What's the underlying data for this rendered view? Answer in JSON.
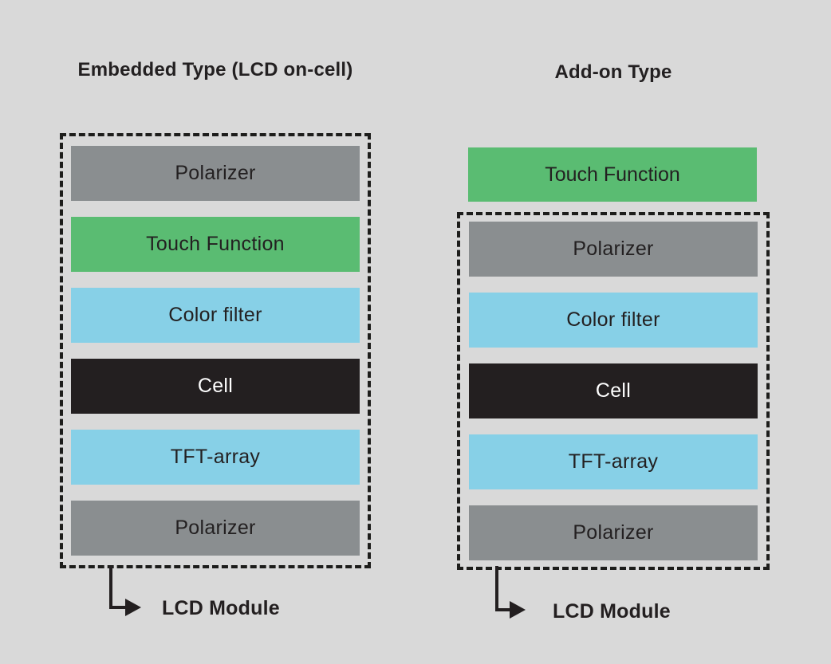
{
  "canvas": {
    "background": "#d9d9d9"
  },
  "palette": {
    "polarizer_gray": "#8a8e90",
    "touch_green": "#5abc72",
    "filter_blue": "#87d0e7",
    "cell_black": "#231f20",
    "text_dark": "#232021",
    "text_light": "#ffffff",
    "dashed_border": "#1d1d1b"
  },
  "embedded": {
    "title": "Embedded Type (LCD on-cell)",
    "layers": [
      {
        "label": "Polarizer",
        "color": "#8a8e90"
      },
      {
        "label": "Touch Function",
        "color": "#5abc72"
      },
      {
        "label": "Color filter",
        "color": "#87d0e7"
      },
      {
        "label": "Cell",
        "color": "#231f20"
      },
      {
        "label": "TFT-array",
        "color": "#87d0e7"
      },
      {
        "label": "Polarizer",
        "color": "#8a8e90"
      }
    ],
    "module_label": "LCD Module"
  },
  "addon": {
    "title": "Add-on Type",
    "outside_layer": {
      "label": "Touch Function",
      "color": "#5abc72"
    },
    "layers": [
      {
        "label": "Polarizer",
        "color": "#8a8e90"
      },
      {
        "label": "Color filter",
        "color": "#87d0e7"
      },
      {
        "label": "Cell",
        "color": "#231f20"
      },
      {
        "label": "TFT-array",
        "color": "#87d0e7"
      },
      {
        "label": "Polarizer",
        "color": "#8a8e90"
      }
    ],
    "module_label": "LCD Module"
  }
}
